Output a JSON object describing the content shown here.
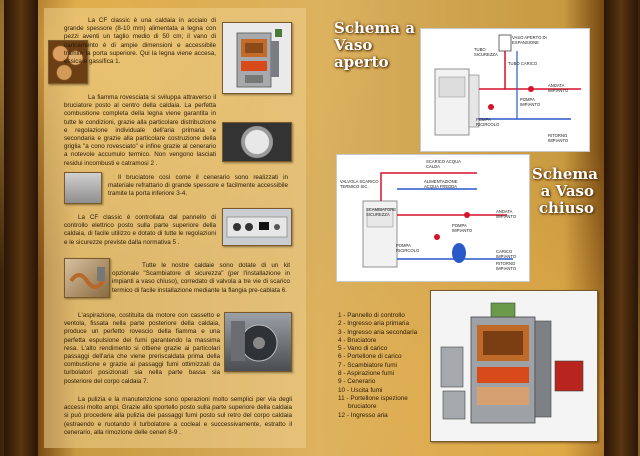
{
  "left": {
    "p1": "La CF classic è una caldaia in acciaio di grande spessore (8-10 mm) alimentata a legna con pezzi aventi un taglio medio di 50 cm; il vano di caricamento è di ampie dimensioni e accessibile tramite la porta superiore. Qui la legna viene accesa, essica e gassifica 1.",
    "p2": "La fiamma rovesciata si sviluppa attraverso il bruciatore posto al centro della caldaia. La perfetta combustione completa della legna viene garantita in tutte le condizioni, grazie alla particolare distribuzione e regolazione individuale dell'aria primaria e secondaria e grazie alla particolare costruzione della griglia \"a cono rovesciato\" e infine grazie al cenerario a notevole accumulo termico. Non vengono lasciati residui incombusti e catramosi 2 .",
    "p3": "Il bruciatore così come il cenerario sono realizzati in materiale refrattario di grande spessore e facilmente accessibile tramite la porta inferiore 3-4.",
    "p4": "La CF classic è controllata dal pannello di controllo elettrico posto sulla parte superiore della caldaia, di facile utilizzo e dotato di tutte le regolazioni e le sicurezze previste dalla normativa 5 .",
    "p5": "Tutte le nostre caldaie sono dotate di un kit opzionale \"Scambiatore di sicurezza\" (per l'installazione in impianti a vaso chiuso), corredato di valvola a tre vie di scarico termico di facile installazione mediante la flangia pre-cablata 6.",
    "p6": "L'aspirazione, costituita da motore con cassetto e ventola, fissata nella parte posteriore della caldaia, produce un perfetto rovescio della fiamma e una perfetta espulsione dei fumi garantendo la massima resa. L'alto rendimento si ottiene grazie ai particolari passaggi dell'aria che viene preriscaldata prima della combustione e grazie ai passaggi fumi ottimizzati da turbolatori posizionati sia nella parte bassa sia posteriore del corpo caldaia 7.",
    "p7": "La pulizia e la manutenzione sono operazioni molto semplici per via degli accessi molto ampi. Grazie allo sportello posto sulla parte superiore della caldaia si può procedere alla pulizia dei passaggi fumi posto sul retro del corpo caldaia (estraendo e ruotando il turbolatore a cocleal e successivamente, estratto il cenerario, alla rimozione delle ceneri 8-9 ."
  },
  "titles": {
    "open": "Schema a Vaso aperto",
    "closed": "Schema a Vaso chiuso"
  },
  "open_labels": {
    "vaso": "VASO APERTO DI ESPANSIONE",
    "tubo_sic": "TUBO SICUREZZA",
    "tubo_car": "TUBO CARICO",
    "andata": "ANDATA IMPIANTO",
    "pompa_imp": "POMPA IMPIANTO",
    "pompa_ric": "POMPA RICIRCOLO",
    "ritorno": "RITORNO IMPIANTO"
  },
  "closed_labels": {
    "scarico": "SCARICO ACQUA CALDA",
    "valvola": "VALVOLA SCARICO TERMICO SIC.",
    "alimentazione": "ALIMENTAZIONE ACQUA FREDDA",
    "scambiatore": "SCAMBIATORE SICUREZZA",
    "andata": "ANDATA IMPIANTO",
    "pompa_imp": "POMPA IMPIANTO",
    "pompa_ric": "POMPA RICIRCOLO",
    "carico": "CARICO IMPIANTO",
    "ritorno": "RITORNO IMPIANTO"
  },
  "legend": [
    "1 - Pannello di controllo",
    "2 - Ingresso aria primaria",
    "3 - Ingresso aria secondaria",
    "4 - Bruciatore",
    "5 - Vano di carico",
    "6 - Portellone di carico",
    "7 - Scambiatore fumi",
    "8 - Aspirazione fumi",
    "9 - Cenerario",
    "10 - Uscita fumi",
    "11 - Portellone ispezione bruciatore",
    "12 - Ingresso aria"
  ],
  "colors": {
    "title": "#ffffff",
    "pipe_hot": "#d8102a",
    "pipe_cold": "#2a59c9",
    "boiler_red": "#b8241e"
  }
}
